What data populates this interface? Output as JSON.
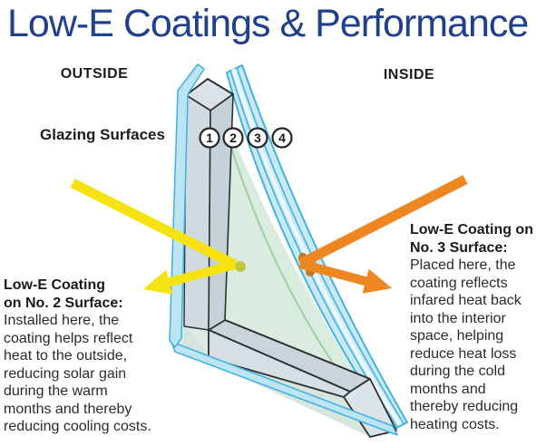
{
  "title": "Low-E Coatings & Performance",
  "labels": {
    "outside": "OUTSIDE",
    "inside": "INSIDE",
    "glazing_surfaces": "Glazing Surfaces"
  },
  "surface_numbers": [
    "1",
    "2",
    "3",
    "4"
  ],
  "left_note": {
    "heading": "Low-E Coating\non No. 2 Surface:",
    "body": "Installed here, the\ncoating helps reflect\nheat to the outside,\nreducing solar gain\nduring the warm\nmonths and thereby\nreducing cooling costs."
  },
  "right_note": {
    "heading": "Low-E Coating on\nNo. 3 Surface:",
    "body": "Placed here, the\ncoating reflects\ninfared heat back\ninto the interior\nspace, helping\nreduce heat loss\nduring the cold\nmonths and\nthereby reducing\nheating costs."
  },
  "colors": {
    "title_blue": "#20408c",
    "arrow_yellow": "#f6e211",
    "arrow_orange": "#ee8622",
    "glass_edge_blue": "#3fb0e0",
    "glass_fill_blue": "#c9e9f5",
    "air_space_green": "#d9ecdf",
    "frame_grey": "#cfdae2",
    "text_dark": "#2b2b2b"
  }
}
